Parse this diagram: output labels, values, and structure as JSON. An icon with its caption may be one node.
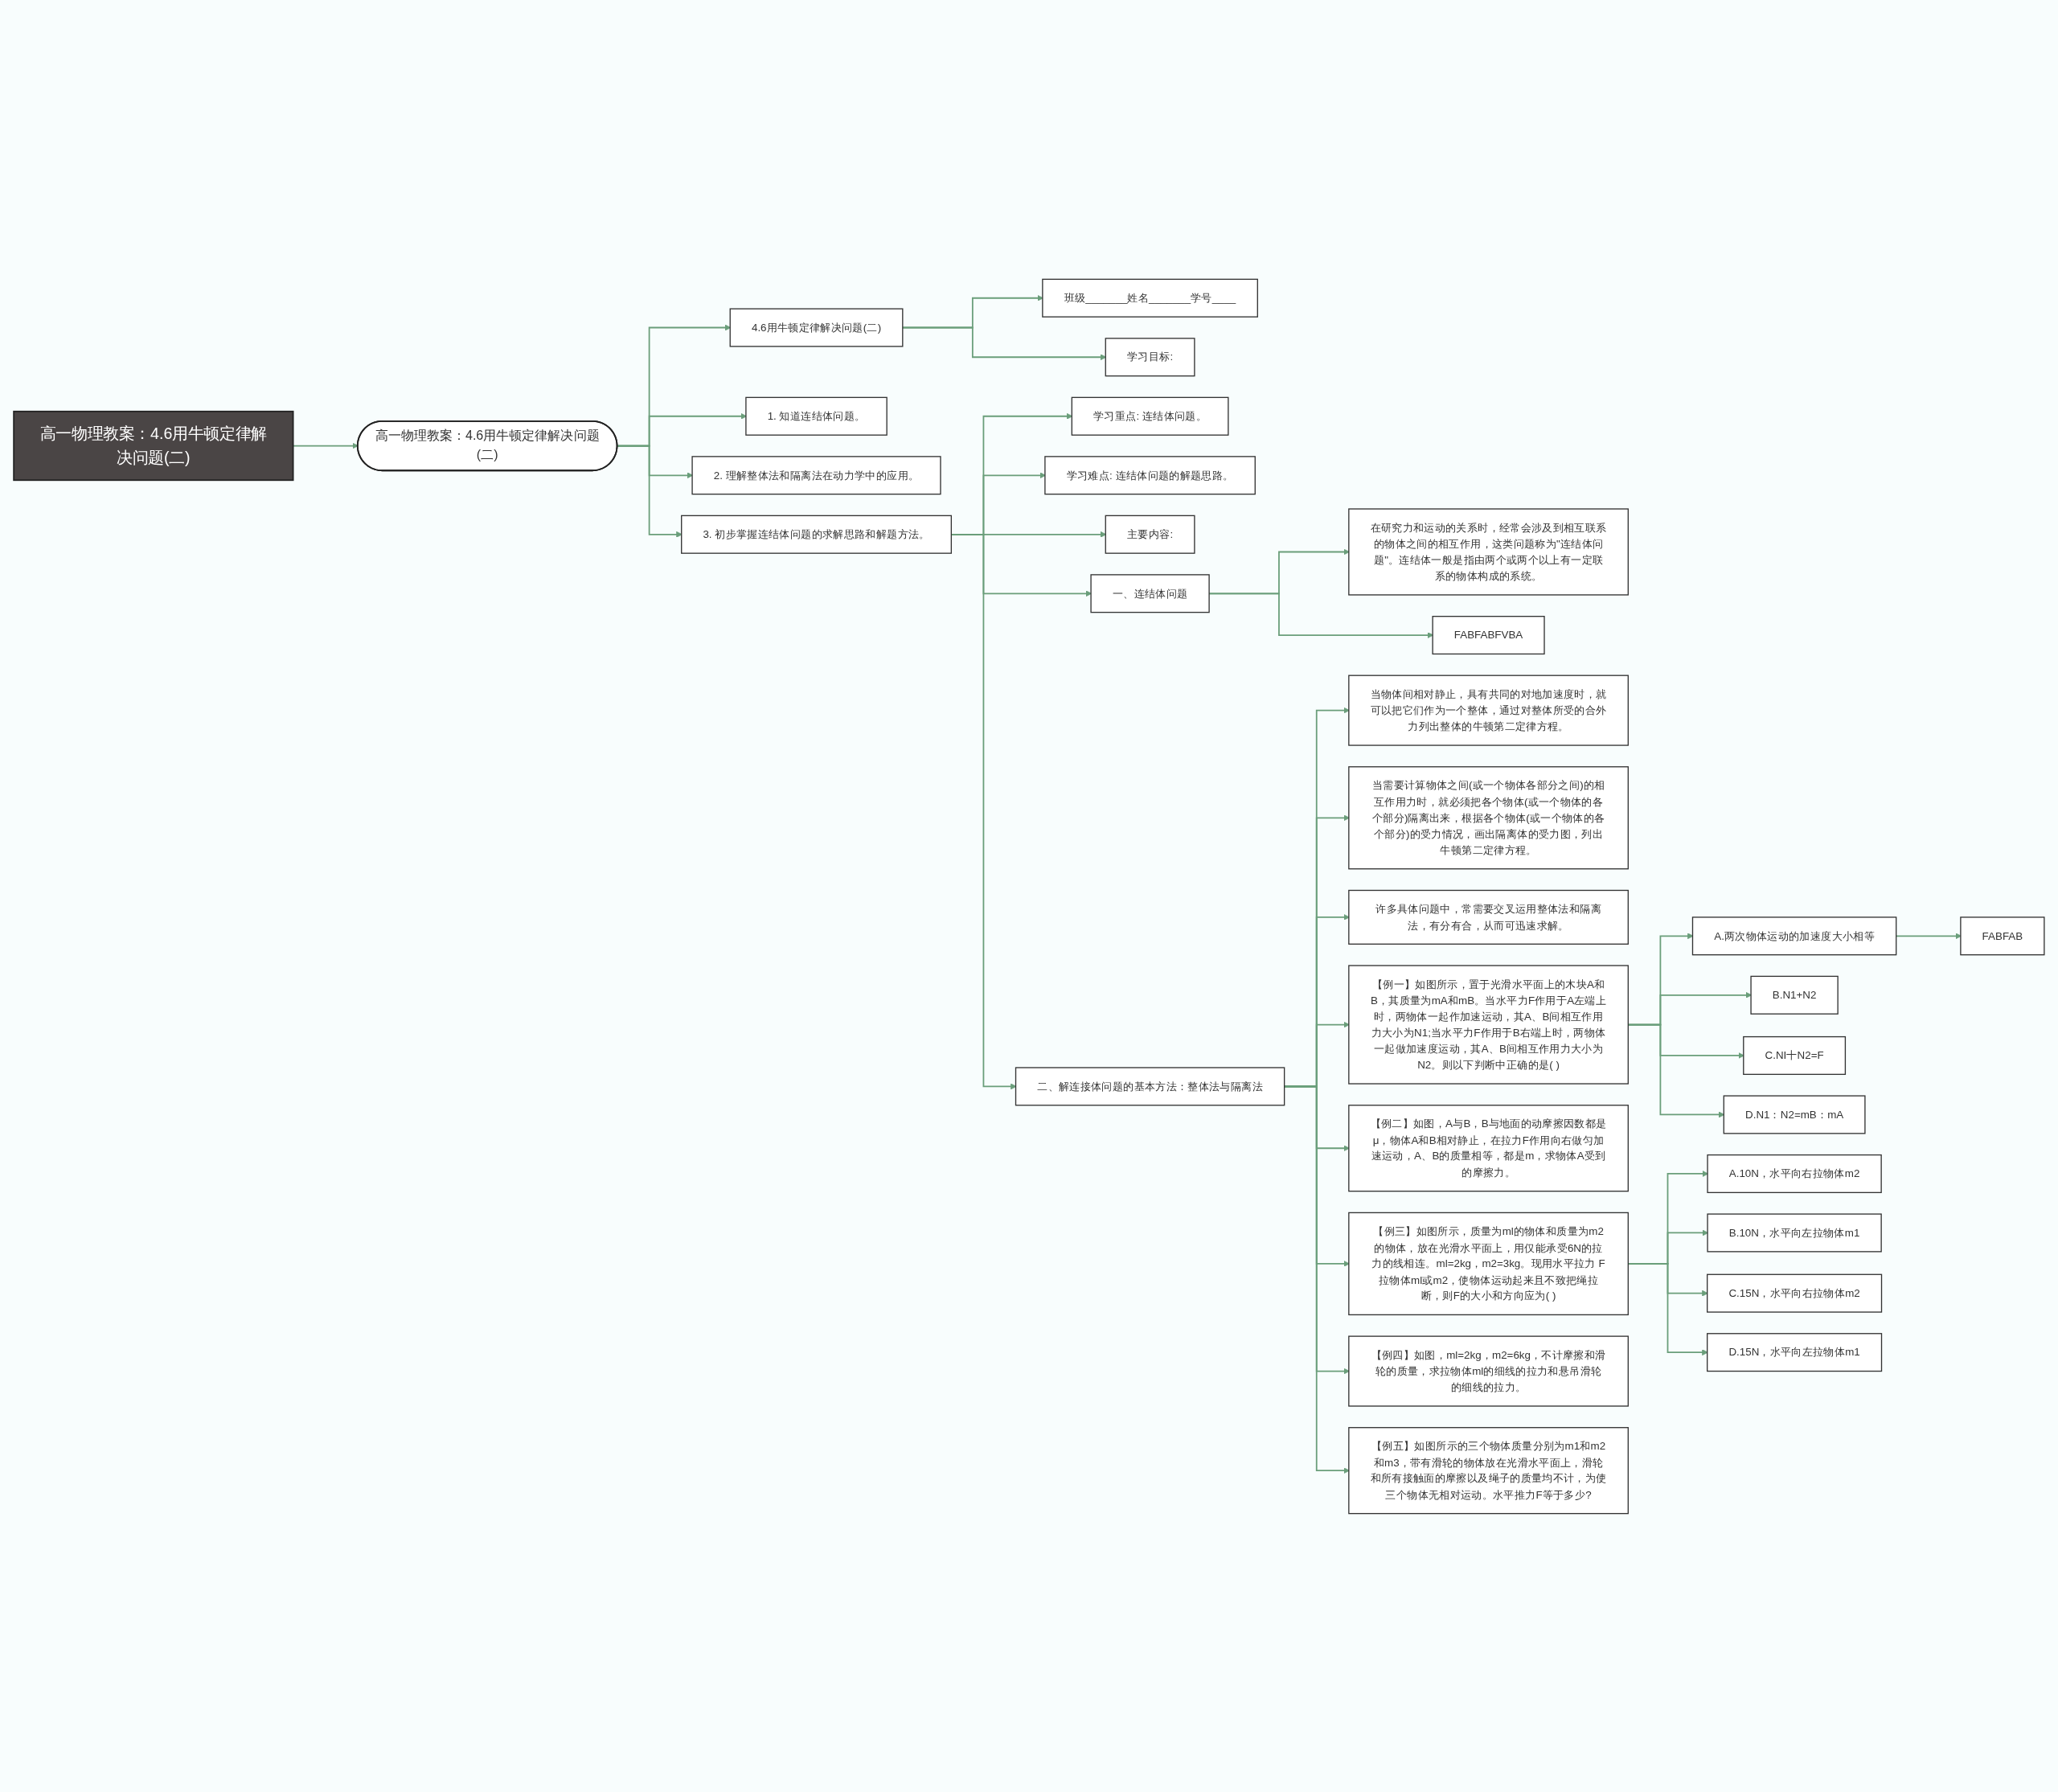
{
  "diagram": {
    "nodes": [
      {
        "text": [
          "高一物理教案：4.6用牛顿定律解决问题(二)"
        ]
      },
      {
        "text": [
          "高一物理教案：4.6用牛顿定律解决问题(二)"
        ]
      },
      {
        "text": [
          "4.6用牛顿定律解决问题(二)"
        ]
      },
      {
        "text": [
          "班级_______姓名_______学号____"
        ]
      },
      {
        "text": [
          "学习目标:"
        ]
      },
      {
        "text": [
          "1. 知道连结体问题。"
        ]
      },
      {
        "text": [
          "2. 理解整体法和隔离法在动力学中的应用。"
        ]
      },
      {
        "text": [
          "3. 初步掌握连结体问题的求解思路和解题方法。"
        ]
      },
      {
        "text": [
          "学习重点: 连结体问题。"
        ]
      },
      {
        "text": [
          "学习难点: 连结体问题的解题思路。"
        ]
      },
      {
        "text": [
          "主要内容:"
        ]
      },
      {
        "text": [
          "一、连结体问题"
        ]
      },
      {
        "text": [
          "在研究力和运动的关系时，经常会涉及到相互联系的物体之间的相互作用，这类问题称为\"连结体问题\"。连结体一般是指由两个或两个以上有一定联系的物体构成的系统。"
        ]
      },
      {
        "text": [
          "FABFABFVBA"
        ]
      },
      {
        "text": [
          "二、解连接体问题的基本方法：整体法与隔离法"
        ]
      },
      {
        "text": [
          "当物体间相对静止，具有共同的对地加速度时，就可以把它们作为一个整体，通过对整体所受的合外力列出整体的牛顿第二定律方程。"
        ]
      },
      {
        "text": [
          "当需要计算物体之间(或一个物体各部分之间)的相互作用力时，就必须把各个物体(或一个物体的各个部分)隔离出来，根据各个物体(或一个物体的各个部分)的受力情况，画出隔离体的受力图，列出牛顿第二定律方程。"
        ]
      },
      {
        "text": [
          "许多具体问题中，常需要交叉运用整体法和隔离法，有分有合，从而可迅速求解。"
        ]
      },
      {
        "text": [
          "【例一】如图所示，置于光滑水平面上的木块A和B，其质量为mA和mB。当水平力F作用于A左端上时，两物体一起作加速运动，其A、B间相互作用力大小为N1;当水平力F作用于B右端上时，两物体一起做加速度运动，其A、B间相互作用力大小为N2。则以下判断中正确的是( )"
        ]
      },
      {
        "text": [
          "A.两次物体运动的加速度大小相等"
        ]
      },
      {
        "text": [
          "FABFAB"
        ]
      },
      {
        "text": [
          "B.N1+N2"
        ]
      },
      {
        "text": [
          "C.NI十N2=F"
        ]
      },
      {
        "text": [
          "D.N1：N2=mB：mA"
        ]
      },
      {
        "text": [
          "【例二】如图，A与B，B与地面的动摩擦因数都是μ，物体A和B相对静止，在拉力F作用向右做匀加速运动，A、B的质量相等，都是m，求物体A受到的摩擦力。"
        ]
      },
      {
        "text": [
          "【例三】如图所示，质量为ml的物体和质量为m2的物体，放在光滑水平面上，用仅能承受6N的拉力的线相连。ml=2kg，m2=3kg。现用水平拉力 F拉物体ml或m2，使物体运动起来且不致把绳拉断，则F的大小和方向应为( )"
        ]
      },
      {
        "text": [
          "A.10N，水平向右拉物体m2"
        ]
      },
      {
        "text": [
          "B.10N，水平向左拉物体m1"
        ]
      },
      {
        "text": [
          "C.15N，水平向右拉物体m2"
        ]
      },
      {
        "text": [
          "D.15N，水平向左拉物体m1"
        ]
      },
      {
        "text": [
          "【例四】如图，ml=2kg，m2=6kg，不计摩擦和滑轮的质量，求拉物体ml的细线的拉力和悬吊滑轮的细线的拉力。"
        ]
      },
      {
        "text": [
          "【例五】如图所示的三个物体质量分别为m1和m2和m3，带有滑轮的物体放在光滑水平面上，滑轮和所有接触面的摩擦以及绳子的质量均不计，为使三个物体无相对运动。水平推力F等于多少?"
        ]
      }
    ],
    "edges": [
      {
        "from": 0,
        "to": 1,
        "arrow": "to"
      },
      {
        "from": 1,
        "to": 2,
        "arrow": "to"
      },
      {
        "from": 2,
        "to": 3,
        "arrow": "to"
      },
      {
        "from": 2,
        "to": 4,
        "arrow": "to"
      },
      {
        "from": 1,
        "to": 5,
        "arrow": "to"
      },
      {
        "from": 1,
        "to": 6,
        "arrow": "to"
      },
      {
        "from": 1,
        "to": 7,
        "arrow": "to"
      },
      {
        "from": 7,
        "to": 8,
        "arrow": "to"
      },
      {
        "from": 7,
        "to": 9,
        "arrow": "to"
      },
      {
        "from": 7,
        "to": 10,
        "arrow": "to"
      },
      {
        "from": 7,
        "to": 11,
        "arrow": "to"
      },
      {
        "from": 11,
        "to": 12,
        "arrow": "to"
      },
      {
        "from": 11,
        "to": 13,
        "arrow": "to"
      },
      {
        "from": 7,
        "to": 14,
        "arrow": "to"
      },
      {
        "from": 14,
        "to": 15,
        "arrow": "to"
      },
      {
        "from": 14,
        "to": 16,
        "arrow": "to"
      },
      {
        "from": 14,
        "to": 17,
        "arrow": "to"
      },
      {
        "from": 14,
        "to": 18,
        "arrow": "to"
      },
      {
        "from": 18,
        "to": 19,
        "arrow": "to"
      },
      {
        "from": 19,
        "to": 20,
        "arrow": "to"
      },
      {
        "from": 18,
        "to": 21,
        "arrow": "to"
      },
      {
        "from": 18,
        "to": 22,
        "arrow": "to"
      },
      {
        "from": 18,
        "to": 23,
        "arrow": "to"
      },
      {
        "from": 14,
        "to": 24,
        "arrow": "to"
      },
      {
        "from": 14,
        "to": 25,
        "arrow": "to"
      },
      {
        "from": 25,
        "to": 26,
        "arrow": "to"
      },
      {
        "from": 25,
        "to": 27,
        "arrow": "to"
      },
      {
        "from": 25,
        "to": 28,
        "arrow": "to"
      },
      {
        "from": 25,
        "to": 29,
        "arrow": "to"
      },
      {
        "from": 14,
        "to": 30,
        "arrow": "to"
      },
      {
        "from": 14,
        "to": 31,
        "arrow": "to"
      }
    ]
  }
}
